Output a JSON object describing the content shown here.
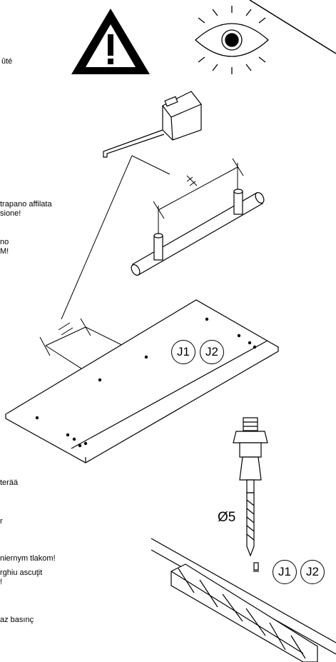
{
  "text_fragments": [
    "ûté",
    "trapano affilata",
    "sione!",
    "no",
    "M!",
    "terää",
    "r",
    "niernym tlakom!",
    "rghiu ascuţit",
    "!",
    "az basınç"
  ],
  "labels": {
    "j1_top": "J1",
    "j2_top": "J2",
    "j1_bottom": "J1",
    "j2_bottom": "J2",
    "drill_size": "Ø5"
  },
  "icons": {
    "warning": "warning-triangle-icon",
    "eye": "eye-icon",
    "tape": "tape-measure-icon",
    "drill": "drill-chuck-icon"
  }
}
